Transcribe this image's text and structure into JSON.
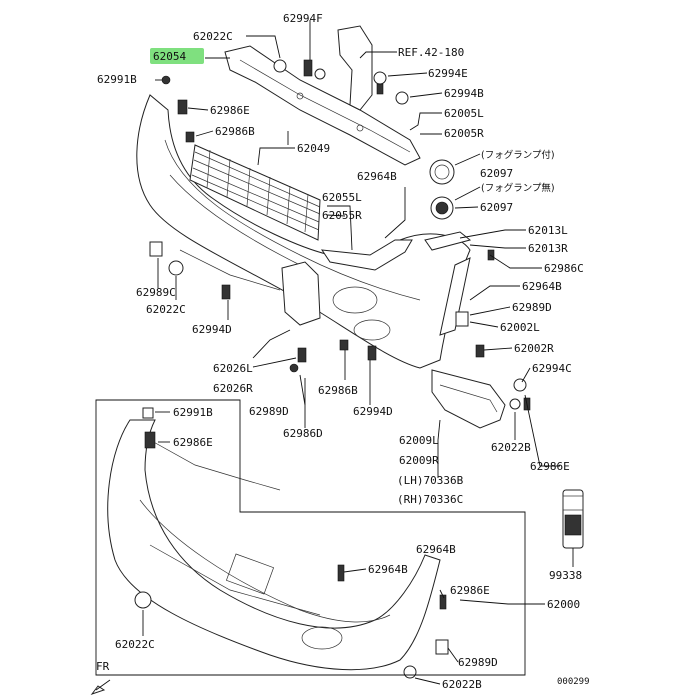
{
  "diagram": {
    "highlighted_part": "62054",
    "highlight_color": "#7fe07f",
    "footer_code": "000299",
    "direction_label": "FR",
    "labels": [
      {
        "id": "62022C_top",
        "text": "62022C"
      },
      {
        "id": "62994F",
        "text": "62994F"
      },
      {
        "id": "62054",
        "text": "62054"
      },
      {
        "id": "ref",
        "text": "REF.42-180"
      },
      {
        "id": "62991B_top",
        "text": "62991B"
      },
      {
        "id": "62994E",
        "text": "62994E"
      },
      {
        "id": "62994B",
        "text": "62994B"
      },
      {
        "id": "62986E_top",
        "text": "62986E"
      },
      {
        "id": "62005L",
        "text": "62005L"
      },
      {
        "id": "62005R",
        "text": "62005R"
      },
      {
        "id": "62986B_top",
        "text": "62986B"
      },
      {
        "id": "62049",
        "text": "62049"
      },
      {
        "id": "jp1",
        "text": "(フォグランプ付)"
      },
      {
        "id": "62097_a",
        "text": "62097"
      },
      {
        "id": "62964B_top",
        "text": "62964B"
      },
      {
        "id": "jp2",
        "text": "(フォグランプ無)"
      },
      {
        "id": "62055L",
        "text": "62055L"
      },
      {
        "id": "62097_b",
        "text": "62097"
      },
      {
        "id": "62055R",
        "text": "62055R"
      },
      {
        "id": "62013L",
        "text": "62013L"
      },
      {
        "id": "62013R",
        "text": "62013R"
      },
      {
        "id": "62986C",
        "text": "62986C"
      },
      {
        "id": "62989C",
        "text": "62989C"
      },
      {
        "id": "62964B_mid",
        "text": "62964B"
      },
      {
        "id": "62022C_mid",
        "text": "62022C"
      },
      {
        "id": "62989D_mid",
        "text": "62989D"
      },
      {
        "id": "62994D_mid",
        "text": "62994D"
      },
      {
        "id": "62002L",
        "text": "62002L"
      },
      {
        "id": "62002R",
        "text": "62002R"
      },
      {
        "id": "62026L",
        "text": "62026L"
      },
      {
        "id": "62994C",
        "text": "62994C"
      },
      {
        "id": "62026R",
        "text": "62026R"
      },
      {
        "id": "62986B_mid",
        "text": "62986B"
      },
      {
        "id": "62991B_low",
        "text": "62991B"
      },
      {
        "id": "62989D_low",
        "text": "62989D"
      },
      {
        "id": "62994D_low",
        "text": "62994D"
      },
      {
        "id": "62986E_low",
        "text": "62986E"
      },
      {
        "id": "62986D",
        "text": "62986D"
      },
      {
        "id": "62009L",
        "text": "62009L"
      },
      {
        "id": "62022B_mid",
        "text": "62022B"
      },
      {
        "id": "62009R",
        "text": "62009R"
      },
      {
        "id": "62986E_right",
        "text": "62986E"
      },
      {
        "id": "lh",
        "text": "(LH)70336B"
      },
      {
        "id": "rh",
        "text": "(RH)70336C"
      },
      {
        "id": "99338",
        "text": "99338"
      },
      {
        "id": "62964B_low",
        "text": "62964B"
      },
      {
        "id": "62986E_bottom",
        "text": "62986E"
      },
      {
        "id": "62000",
        "text": "62000"
      },
      {
        "id": "62022C_low",
        "text": "62022C"
      },
      {
        "id": "62989D_bottom",
        "text": "62989D"
      },
      {
        "id": "62022B_bottom",
        "text": "62022B"
      }
    ]
  }
}
